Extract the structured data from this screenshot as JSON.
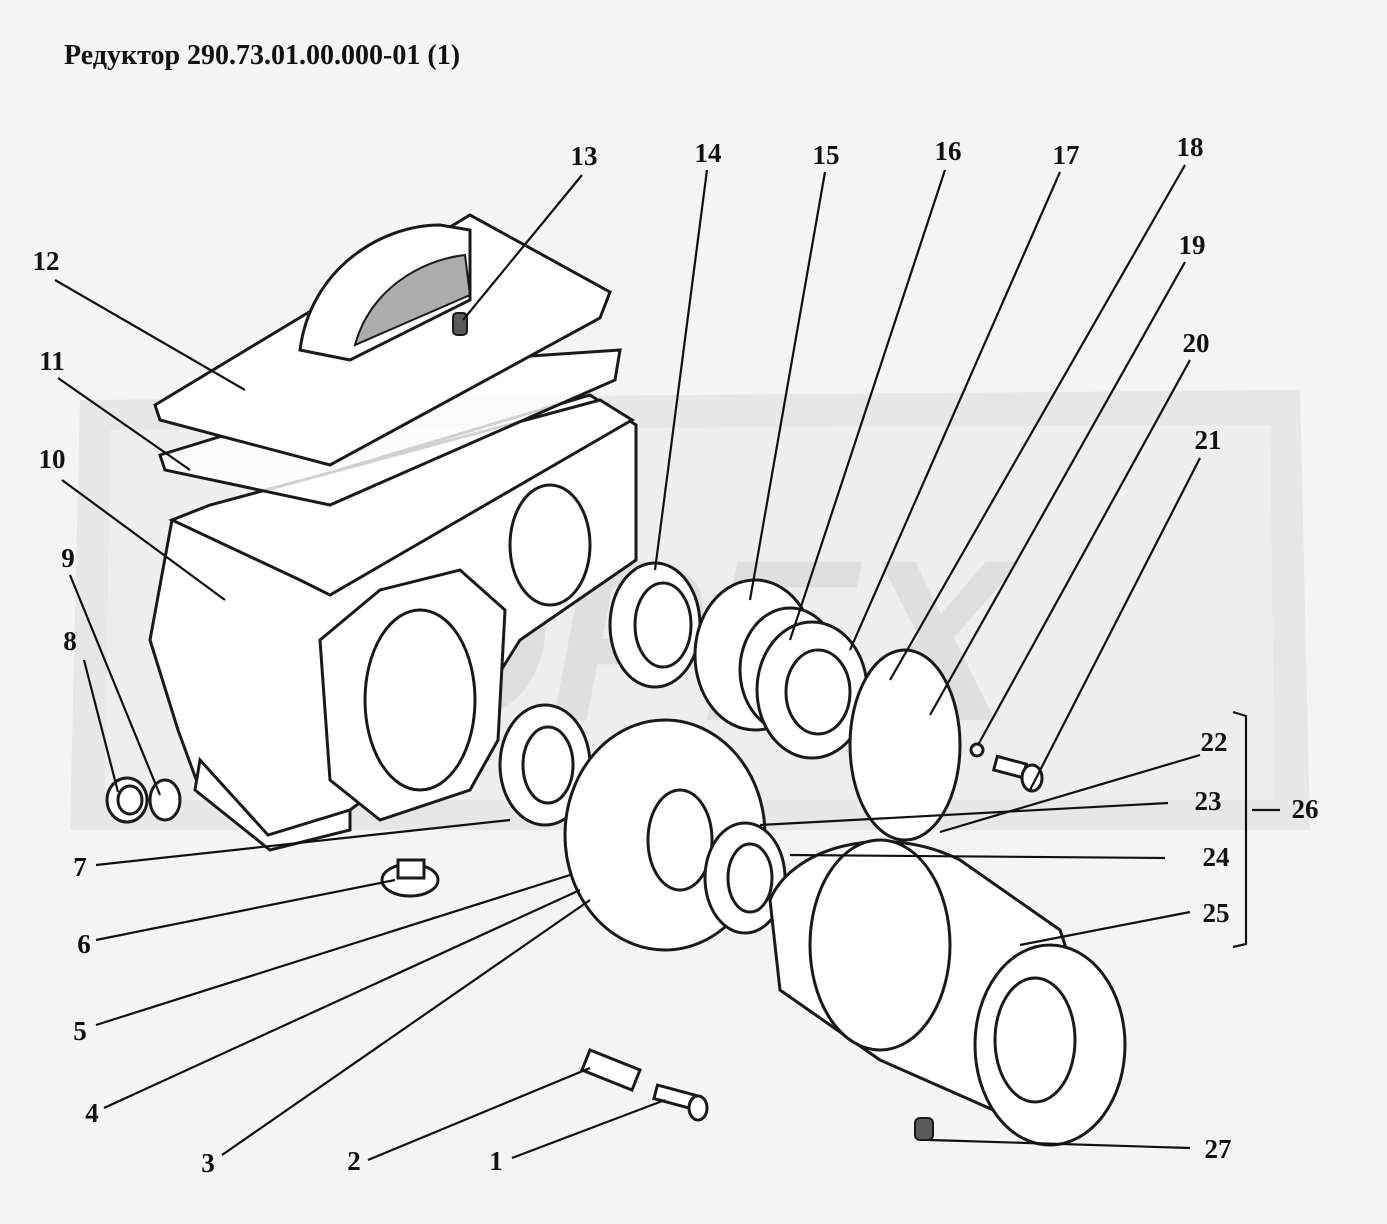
{
  "title": "Редуктор 290.73.01.00.000-01 (1)",
  "watermark": "ОРЕХ",
  "callouts": [
    {
      "id": "1",
      "label": "1"
    },
    {
      "id": "2",
      "label": "2"
    },
    {
      "id": "3",
      "label": "3"
    },
    {
      "id": "4",
      "label": "4"
    },
    {
      "id": "5",
      "label": "5"
    },
    {
      "id": "6",
      "label": "6"
    },
    {
      "id": "7",
      "label": "7"
    },
    {
      "id": "8",
      "label": "8"
    },
    {
      "id": "9",
      "label": "9"
    },
    {
      "id": "10",
      "label": "10"
    },
    {
      "id": "11",
      "label": "11"
    },
    {
      "id": "12",
      "label": "12"
    },
    {
      "id": "13",
      "label": "13"
    },
    {
      "id": "14",
      "label": "14"
    },
    {
      "id": "15",
      "label": "15"
    },
    {
      "id": "16",
      "label": "16"
    },
    {
      "id": "17",
      "label": "17"
    },
    {
      "id": "18",
      "label": "18"
    },
    {
      "id": "19",
      "label": "19"
    },
    {
      "id": "20",
      "label": "20"
    },
    {
      "id": "21",
      "label": "21"
    },
    {
      "id": "22",
      "label": "22"
    },
    {
      "id": "23",
      "label": "23"
    },
    {
      "id": "24",
      "label": "24"
    },
    {
      "id": "25",
      "label": "25"
    },
    {
      "id": "26",
      "label": "26"
    },
    {
      "id": "27",
      "label": "27"
    }
  ]
}
